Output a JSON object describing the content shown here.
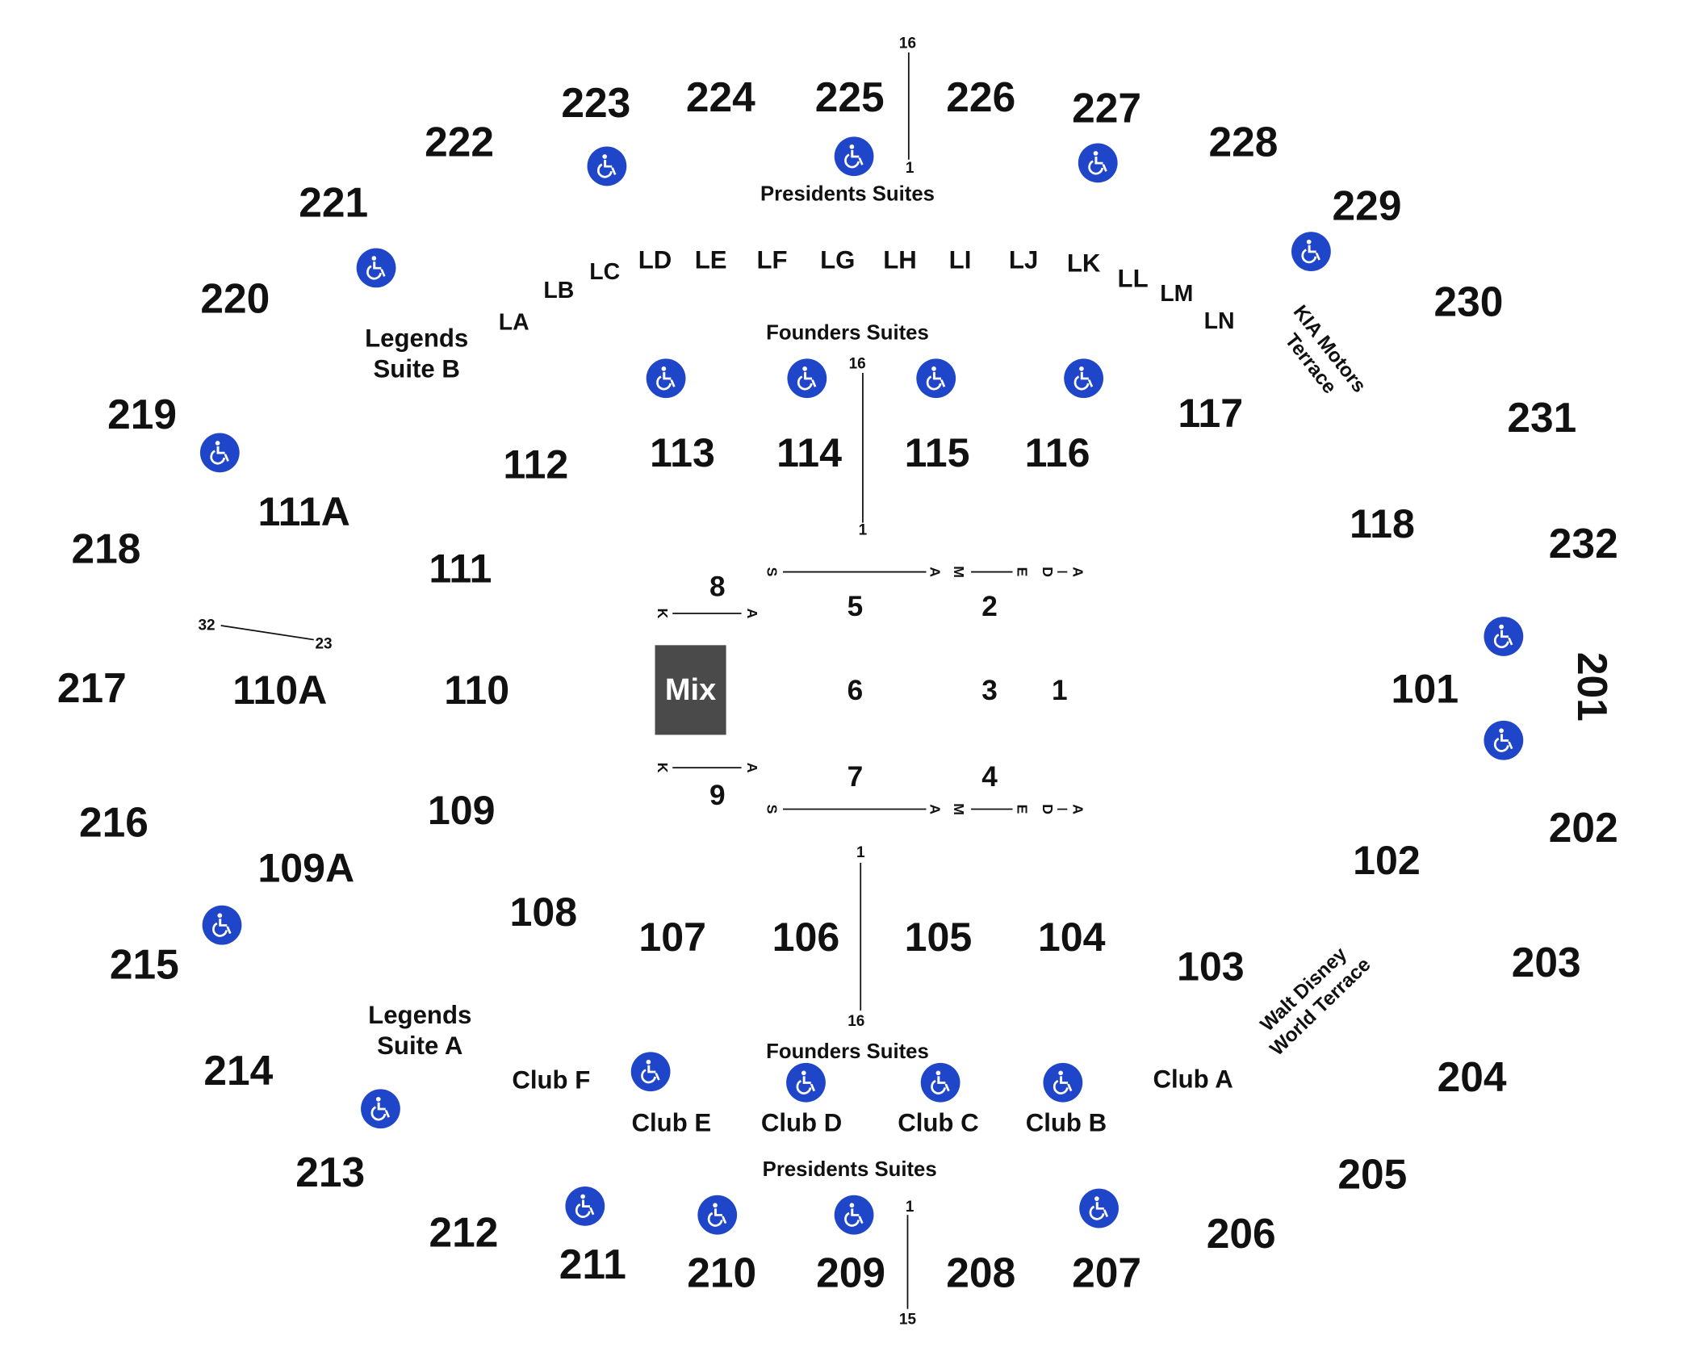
{
  "map": {
    "mix_label": "Mix",
    "accessibility_icon": "wheelchair-icon",
    "accent_color": "#1f45c8",
    "mix_color": "#4a4a4a",
    "upper_sections": [
      "201",
      "202",
      "203",
      "204",
      "205",
      "206",
      "207",
      "208",
      "209",
      "210",
      "211",
      "212",
      "213",
      "214",
      "215",
      "216",
      "217",
      "218",
      "219",
      "220",
      "221",
      "222",
      "223",
      "224",
      "225",
      "226",
      "227",
      "228",
      "229",
      "230",
      "231",
      "232"
    ],
    "lower_sections": [
      "101",
      "102",
      "103",
      "104",
      "105",
      "106",
      "107",
      "108",
      "109",
      "109A",
      "110",
      "110A",
      "111",
      "111A",
      "112",
      "113",
      "114",
      "115",
      "116",
      "117",
      "118"
    ],
    "floor_sections": [
      "1",
      "2",
      "3",
      "4",
      "5",
      "6",
      "7",
      "8",
      "9"
    ],
    "loge_boxes": [
      "LA",
      "LB",
      "LC",
      "LD",
      "LE",
      "LF",
      "LG",
      "LH",
      "LI",
      "LJ",
      "LK",
      "LL",
      "LM",
      "LN"
    ],
    "club_boxes": [
      "Club A",
      "Club B",
      "Club C",
      "Club D",
      "Club E",
      "Club F"
    ],
    "suites": {
      "presidents_north": "Presidents Suites",
      "presidents_south": "Presidents Suites",
      "founders_north": "Founders Suites",
      "founders_south": "Founders Suites",
      "legends_a_line1": "Legends",
      "legends_a_line2": "Suite A",
      "legends_b_line1": "Legends",
      "legends_b_line2": "Suite B"
    },
    "terraces": {
      "kia_line1": "KIA Motors",
      "kia_line2": "Terrace",
      "disney_line1": "Walt Disney",
      "disney_line2": "World Terrace"
    },
    "row_markers": {
      "n_top": "16",
      "n_bottom": "1",
      "s_top": "1",
      "s_bottom": "15",
      "fn_top": "16",
      "fn_bottom": "1",
      "fs_top": "1",
      "fs_bottom": "16",
      "w_left": "32",
      "w_right": "23"
    },
    "floor_rows": {
      "s": "S",
      "a": "A",
      "m": "M",
      "e": "E",
      "d": "D",
      "k": "K"
    }
  }
}
